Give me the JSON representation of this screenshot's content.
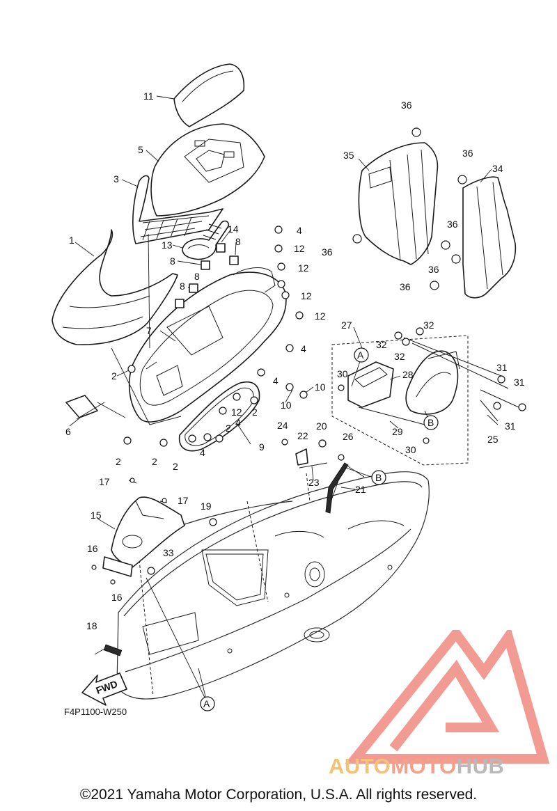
{
  "diagram": {
    "callouts": [
      "1",
      "2",
      "3",
      "4",
      "5",
      "6",
      "7",
      "8",
      "9",
      "10",
      "11",
      "12",
      "13",
      "14",
      "15",
      "16",
      "17",
      "18",
      "19",
      "20",
      "21",
      "22",
      "23",
      "24",
      "25",
      "26",
      "27",
      "28",
      "29",
      "30",
      "31",
      "32",
      "33",
      "34",
      "35",
      "36"
    ],
    "reference_markers": [
      "A",
      "B"
    ],
    "fwd_label": "FWD",
    "drawing_code": "F4P1100-W250"
  },
  "watermark": {
    "brand_part1": "AUTO",
    "brand_part2": "MOTO",
    "brand_part3": "HUB",
    "colors": {
      "auto": "#f2c27a",
      "moto": "#f4a08a",
      "hub": "#b9b9b9",
      "logo": "#f08a80"
    }
  },
  "footer": {
    "copyright": "©2021 Yamaha Motor Corporation, U.S.A. All rights reserved."
  }
}
